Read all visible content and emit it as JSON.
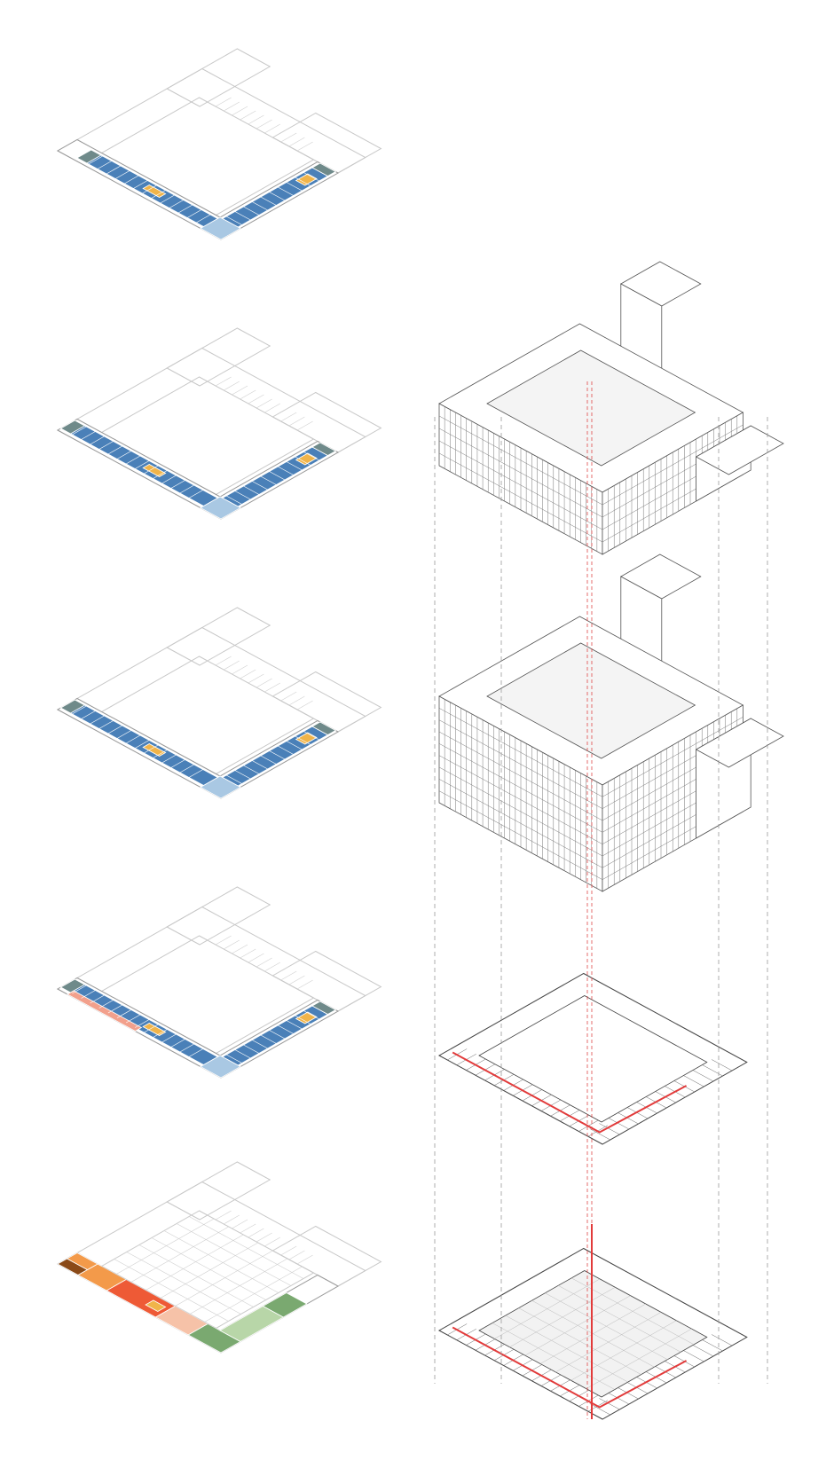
{
  "colors": {
    "office_blue": "#4a80b8",
    "light_blue": "#a9c8e3",
    "slate": "#6f8a8a",
    "amber": "#f0b44a",
    "salmon": "#f2a08c",
    "red_orange": "#ee5a36",
    "orange": "#f39a4a",
    "brown": "#8a4a18",
    "peach": "#f6c2a8",
    "green": "#7aa970",
    "pale_green": "#b8d6a8",
    "circulation_red": "#e23b3b"
  },
  "left_stack": [
    {
      "level": "top",
      "program": [
        "slate",
        "office_blue",
        "amber",
        "light_blue"
      ]
    },
    {
      "level": "upper",
      "program": [
        "office_blue",
        "light_blue",
        "amber",
        "slate"
      ]
    },
    {
      "level": "middle",
      "program": [
        "office_blue",
        "light_blue",
        "amber",
        "slate"
      ]
    },
    {
      "level": "lower",
      "program": [
        "office_blue",
        "salmon",
        "amber",
        "slate"
      ]
    },
    {
      "level": "ground",
      "program": [
        "red_orange",
        "orange",
        "brown",
        "peach",
        "green",
        "pale_green",
        "amber"
      ]
    }
  ],
  "right_stack": [
    {
      "level": "upper-volume"
    },
    {
      "level": "full-volume"
    },
    {
      "level": "plan-with-annex"
    },
    {
      "level": "ground-plan"
    }
  ]
}
